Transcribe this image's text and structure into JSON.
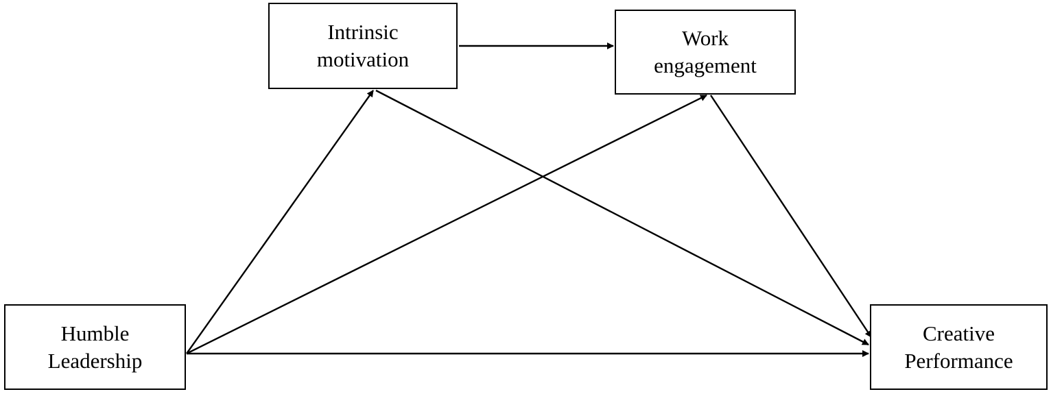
{
  "nodes": {
    "intrinsic_motivation": {
      "line1": "Intrinsic",
      "line2": "motivation"
    },
    "work_engagement": {
      "line1": "Work",
      "line2": "engagement"
    },
    "humble_leadership": {
      "line1": "Humble",
      "line2": "Leadership"
    },
    "creative_performance": {
      "line1": "Creative",
      "line2": "Performance"
    }
  },
  "edges": [
    {
      "from": "intrinsic_motivation",
      "to": "work_engagement"
    },
    {
      "from": "humble_leadership",
      "to": "intrinsic_motivation"
    },
    {
      "from": "humble_leadership",
      "to": "work_engagement"
    },
    {
      "from": "humble_leadership",
      "to": "creative_performance"
    },
    {
      "from": "intrinsic_motivation",
      "to": "creative_performance"
    },
    {
      "from": "work_engagement",
      "to": "creative_performance"
    }
  ],
  "colors": {
    "stroke": "#000000",
    "text": "#000000",
    "background": "#ffffff"
  }
}
